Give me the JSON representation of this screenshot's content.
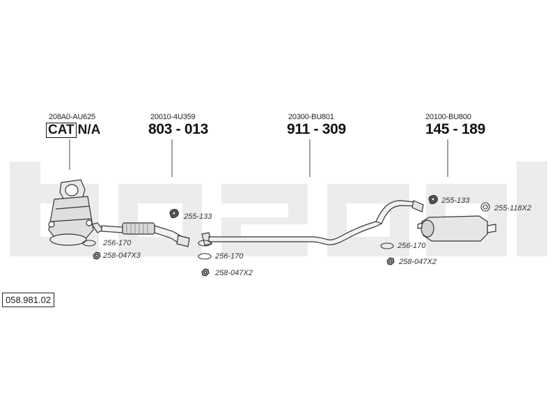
{
  "watermark": {
    "text": "bosal",
    "color": "#ececec"
  },
  "diagram": {
    "catalog_number": "058.981.02",
    "groups": [
      {
        "oe": "208A0-AU625",
        "part": "CAT",
        "part_suffix": "N/A"
      },
      {
        "oe": "20010-4U359",
        "part": "803 - 013"
      },
      {
        "oe": "20300-BU801",
        "part": "911 - 309"
      },
      {
        "oe": "20100-BU800",
        "part": "145 - 189"
      }
    ],
    "accessories": [
      {
        "label": "256-170",
        "icon": "gasket-ring-icon"
      },
      {
        "label": "258-047X3",
        "icon": "nut-icon"
      },
      {
        "label": "255-133",
        "icon": "rubber-mount-icon"
      },
      {
        "label": "256-170",
        "icon": "gasket-ring-icon"
      },
      {
        "label": "258-047X2",
        "icon": "nut-icon"
      },
      {
        "label": "255-133",
        "icon": "rubber-mount-icon"
      },
      {
        "label": "255-118X2",
        "icon": "rubber-ring-icon"
      },
      {
        "label": "256-170",
        "icon": "gasket-ring-icon"
      },
      {
        "label": "258-047X2",
        "icon": "nut-icon"
      }
    ]
  }
}
